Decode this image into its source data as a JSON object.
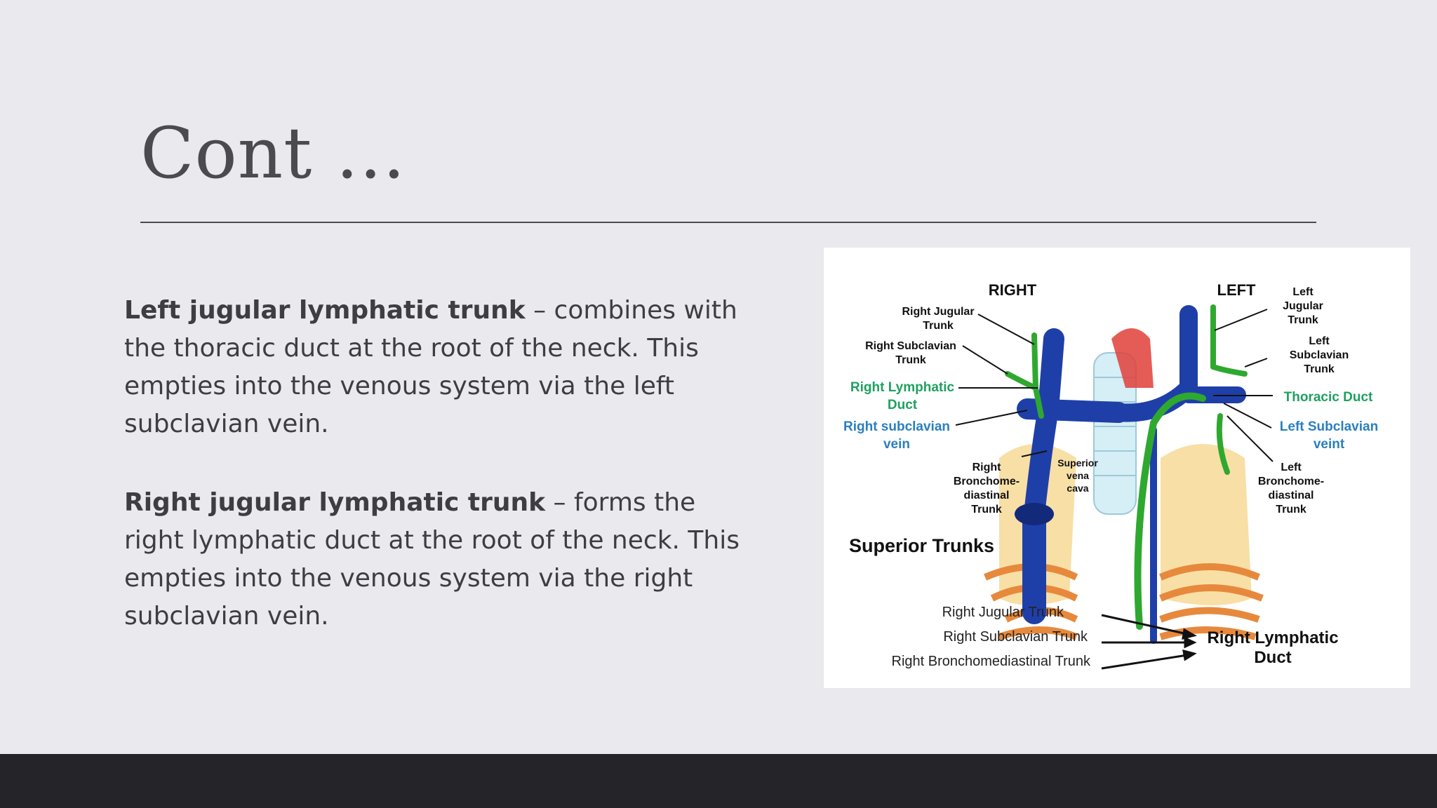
{
  "slide": {
    "title": "Cont …",
    "paragraphs": [
      {
        "bold": "Left jugular lymphatic trunk",
        "text": " – combines with the thoracic duct at the root of the neck. This empties into the venous system via the left subclavian vein."
      },
      {
        "bold": "Right jugular lymphatic trunk",
        "text": " – forms the right lymphatic duct at the root of the neck. This empties into the venous system via the right subclavian vein."
      }
    ]
  },
  "figure": {
    "side_right": "RIGHT",
    "side_left": "LEFT",
    "labels": {
      "right_jugular_1": "Right Jugular",
      "right_jugular_2": "Trunk",
      "right_subclavian_1": "Right Subclavian",
      "right_subclavian_2": "Trunk",
      "right_lymphatic_1": "Right Lymphatic",
      "right_lymphatic_2": "Duct",
      "right_subclavian_vein_1": "Right subclavian",
      "right_subclavian_vein_2": "vein",
      "right_broncho_1": "Right",
      "right_broncho_2": "Bronchome-",
      "right_broncho_3": "diastinal",
      "right_broncho_4": "Trunk",
      "svc_1": "Superior",
      "svc_2": "vena",
      "svc_3": "cava",
      "left_jugular_1": "Left",
      "left_jugular_2": "Jugular",
      "left_jugular_3": "Trunk",
      "left_subclavian_1": "Left",
      "left_subclavian_2": "Subclavian",
      "left_subclavian_3": "Trunk",
      "thoracic_duct": "Thoracic Duct",
      "left_subclavian_vein_1": "Left Subclavian",
      "left_subclavian_vein_2": "veint",
      "left_broncho_1": "Left",
      "left_broncho_2": "Bronchome-",
      "left_broncho_3": "diastinal",
      "left_broncho_4": "Trunk",
      "superior_trunks": "Superior Trunks"
    },
    "legend": {
      "items": [
        "Right Jugular Trunk",
        "Right Subclavian Trunk",
        "Right Bronchomediastinal  Trunk"
      ],
      "target_1": "Right Lymphatic",
      "target_2": "Duct"
    },
    "colors": {
      "vein": "#1f3fa8",
      "lymph": "#2fa82f",
      "green_label": "#1fa060",
      "blue_label": "#2a7fc0",
      "rib": "#e7893c",
      "muscle": "#e0403a"
    }
  }
}
